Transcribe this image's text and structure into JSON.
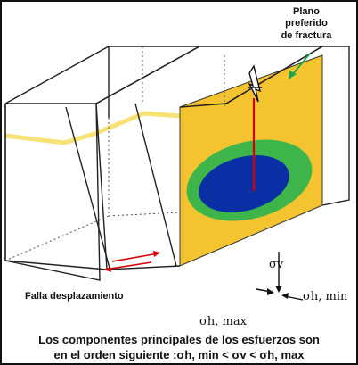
{
  "labels": {
    "plane_line1": "Plano",
    "plane_line2": "preferido",
    "plane_line3": "de fractura",
    "fault": "Falla desplazamiento",
    "sigma_v": "σv",
    "sigma_h_min": "σh, min",
    "sigma_h_max": "σh, max"
  },
  "caption": {
    "line1": "Los componentes principales de los esfuerzos son",
    "line2": "en el orden siguiente :σh, min < σv < σh, max"
  },
  "colors": {
    "fracture_plane": "#f4c430",
    "outer_ellipse": "#3db54a",
    "inner_ellipse": "#0a2fa5",
    "stress_arrow": "#d40000",
    "leader_arrow": "#19a64a",
    "yellow_band": "#f4d84a"
  },
  "icons": {
    "vertical_stress": "lightning-arrow-icon"
  }
}
